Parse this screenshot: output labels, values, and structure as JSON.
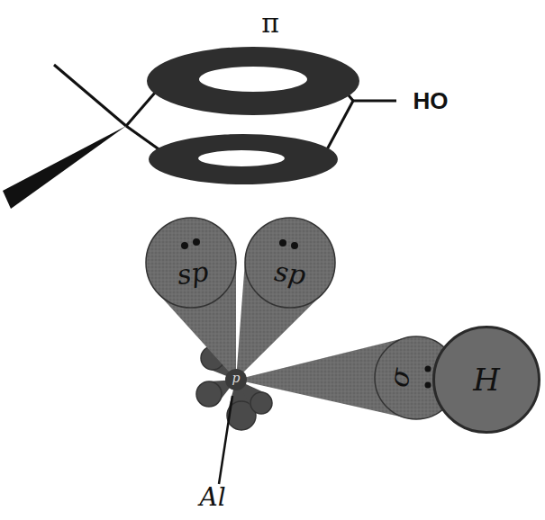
{
  "diagram": {
    "nodes": [
      {
        "text": [
          "H"
        ]
      }
    ],
    "labels": [
      "π",
      "HO",
      "sp",
      "sp",
      "σ",
      "p",
      "Al"
    ]
  }
}
